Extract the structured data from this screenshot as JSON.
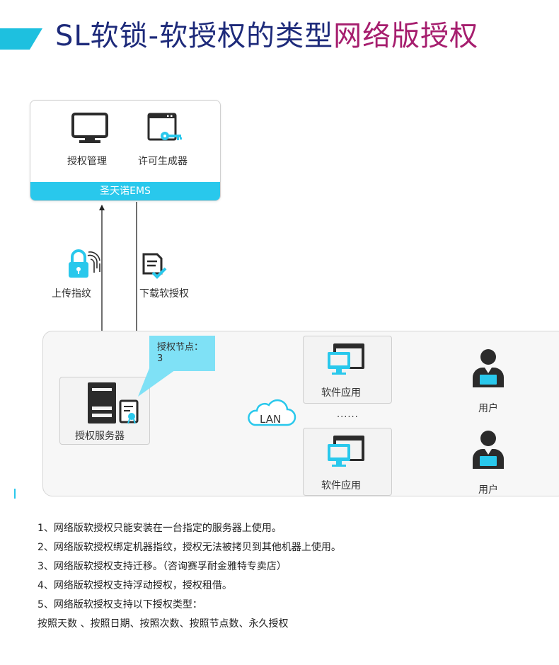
{
  "header": {
    "title_main": "SL软锁-软授权的类型",
    "title_highlight": "网络版授权"
  },
  "ems": {
    "item_manage_label": "授权管理",
    "item_generator_label": "许可生成器",
    "bar_label": "圣天诺EMS"
  },
  "flows": {
    "upload_label": "上传指纹",
    "download_label": "下载软授权"
  },
  "network": {
    "callout_title": "授权节点：",
    "callout_value": "3",
    "server_label": "授权服务器",
    "lan_label": "LAN",
    "app_label_1": "软件应用",
    "app_label_2": "软件应用",
    "ellipsis": "......",
    "user_label_1": "用户",
    "user_label_2": "用户"
  },
  "notes": [
    "1、网络版软授权只能安装在一台指定的服务器上使用。",
    "2、网络版软授权绑定机器指纹，授权无法被拷贝到其他机器上使用。",
    "3、网络版软授权支持迁移。（咨询赛孚耐金雅特专卖店）",
    "4、网络版软授权支持浮动授权，授权租借。",
    "5、网络版软授权支持以下授权类型：",
    "按照天数 、按照日期、按照次数、按照节点数、永久授权"
  ],
  "colors": {
    "accent_cyan": "#29c8ec",
    "title_navy": "#1d2a7a",
    "title_magenta": "#a61e6e",
    "icon_dark": "#2b2b2b"
  }
}
